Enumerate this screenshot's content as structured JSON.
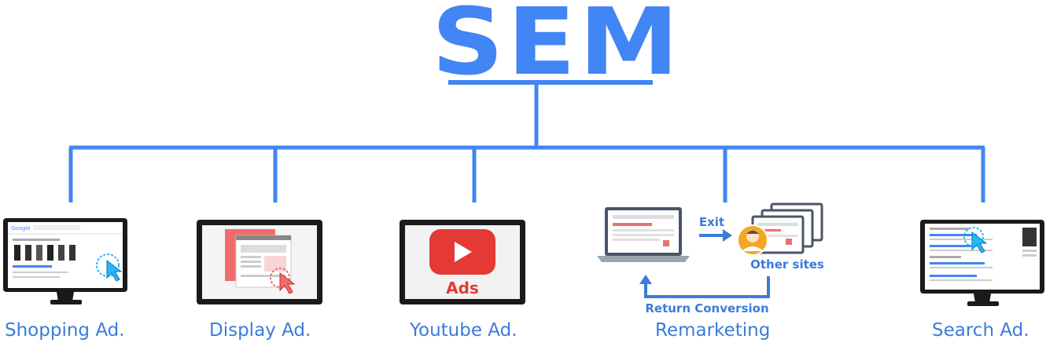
{
  "title": "SEM",
  "children": [
    {
      "id": "shopping",
      "label": "Shopping Ad."
    },
    {
      "id": "display",
      "label": "Display Ad."
    },
    {
      "id": "youtube",
      "label": "Youtube Ad.",
      "screen_text": "Ads"
    },
    {
      "id": "remarketing",
      "label": "Remarketing",
      "flow": {
        "exit_label": "Exit",
        "other_label": "Other sites",
        "return_label": "Return Conversion"
      }
    },
    {
      "id": "search",
      "label": "Search Ad."
    }
  ],
  "colors": {
    "accent": "#4285f4",
    "label": "#3b7bdc",
    "youtube_red": "#e53935",
    "display_red": "#f26b6b"
  }
}
